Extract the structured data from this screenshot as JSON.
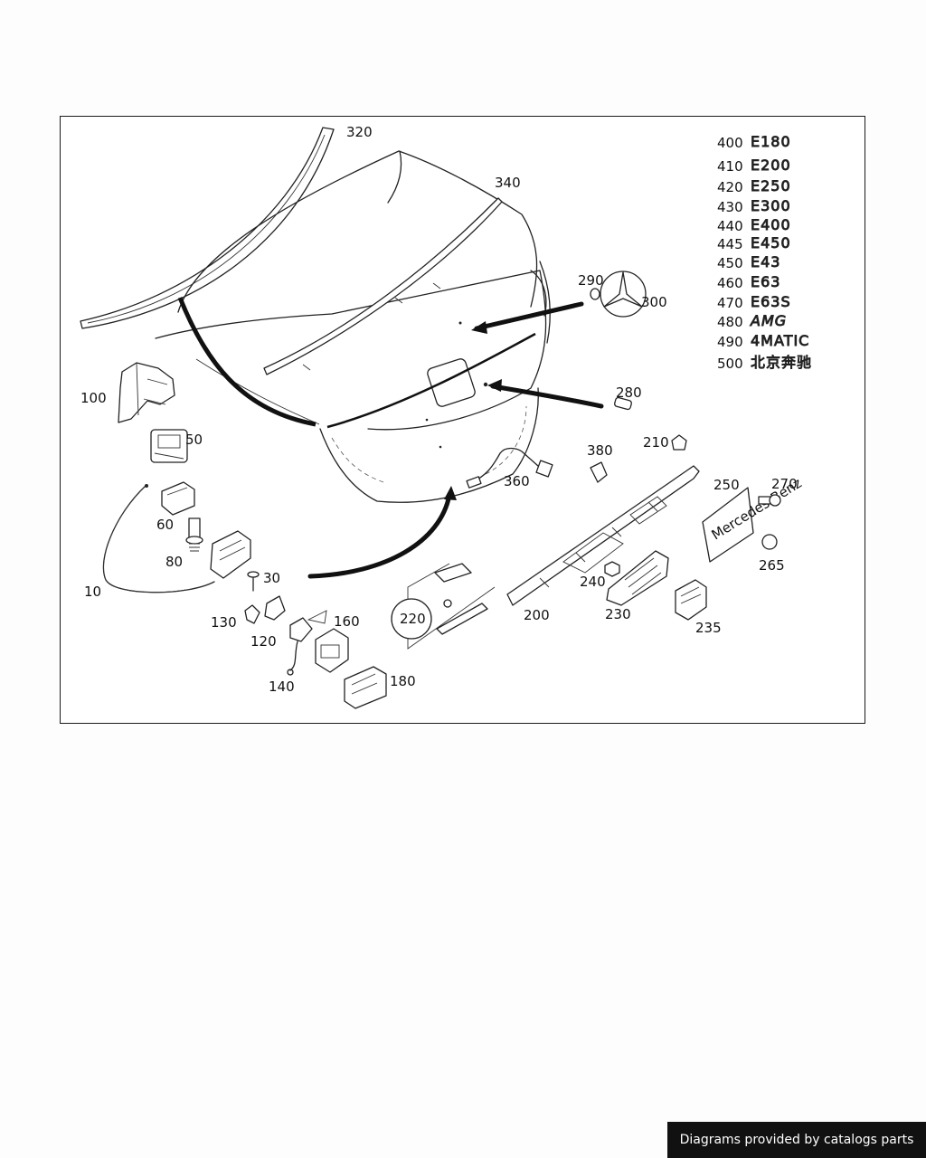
{
  "diagram": {
    "callouts": {
      "c320": "320",
      "c340": "340",
      "c290": "290",
      "c300": "300",
      "c280": "280",
      "c100": "100",
      "c50": "50",
      "c60": "60",
      "c80": "80",
      "c10": "10",
      "c30": "30",
      "c130": "130",
      "c120": "120",
      "c140": "140",
      "c160": "160",
      "c180": "180",
      "c220": "220",
      "c360": "360",
      "c380": "380",
      "c210": "210",
      "c200": "200",
      "c240": "240",
      "c230": "230",
      "c235": "235",
      "c250": "250",
      "c270": "270",
      "c265": "265"
    },
    "badge_list": [
      {
        "number": "400",
        "badge": "E180"
      },
      {
        "number": "410",
        "badge": "E200"
      },
      {
        "number": "420",
        "badge": "E250"
      },
      {
        "number": "430",
        "badge": "E300"
      },
      {
        "number": "440",
        "badge": "E400"
      },
      {
        "number": "445",
        "badge": "E450"
      },
      {
        "number": "450",
        "badge": "E43"
      },
      {
        "number": "460",
        "badge": "E63"
      },
      {
        "number": "470",
        "badge": "E63S"
      },
      {
        "number": "480",
        "badge": "AMG"
      },
      {
        "number": "490",
        "badge": "4MATIC"
      },
      {
        "number": "500",
        "badge": "北京奔驰"
      }
    ],
    "plate_text": "Mercedes-Benz"
  },
  "footer": {
    "credit": "Diagrams provided by catalogs parts"
  }
}
